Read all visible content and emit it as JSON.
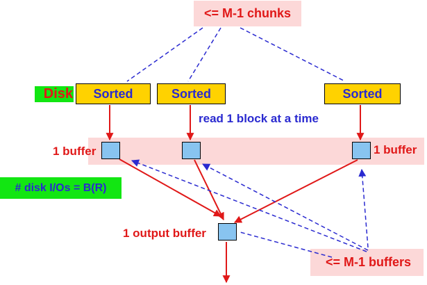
{
  "colors": {
    "red": "#e01818",
    "blue": "#2a2ad0",
    "pink": "#fcd8d8",
    "yellow": "#ffd200",
    "green": "#12e612",
    "buffer": "#88c4f0"
  },
  "diagram": {
    "chunks_label": "<= M-1 chunks",
    "disk_label": "Disk",
    "sorted_labels": [
      "Sorted",
      "Sorted",
      "Sorted"
    ],
    "read_label": "read 1 block at a time",
    "buffer_label_left": "1 buffer",
    "buffer_label_right": "1 buffer",
    "io_label": "# disk I/Os = B(R)",
    "output_label": "1 output buffer",
    "buffers_label": "<= M-1 buffers"
  }
}
